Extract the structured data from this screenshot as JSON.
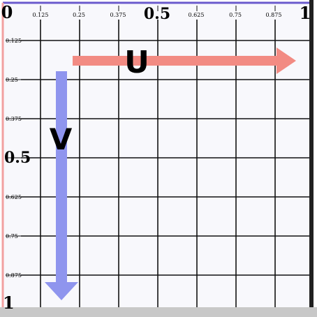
{
  "axes": {
    "top_labels": [
      "0",
      "0.125",
      "0.25",
      "0.375",
      "0.5",
      "0.625",
      "0.75",
      "0.875",
      "1"
    ],
    "left_labels": [
      "0.125",
      "0.25",
      "0.375",
      "0.5",
      "0.625",
      "0.75",
      "0.875",
      "1"
    ],
    "major_labels": [
      "0",
      "0.5",
      "1"
    ]
  },
  "arrows": {
    "u": {
      "label": "U",
      "color": "#f28b83"
    },
    "v": {
      "label": "V",
      "color": "#8f95ee"
    }
  },
  "colors": {
    "grid": "#111111",
    "background": "#f8f8fc",
    "top_edge": "#6a5acd",
    "left_edge": "#f2a0a0",
    "bottom_band": "#c8c8c8",
    "frame": "#202020"
  }
}
